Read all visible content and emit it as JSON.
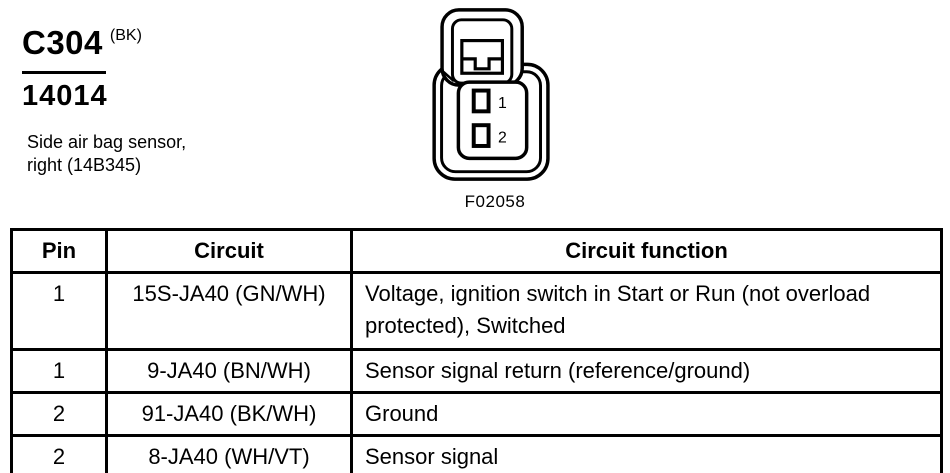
{
  "header": {
    "connector_id": "C304",
    "connector_color_code": "(BK)",
    "circuit_number": "14014",
    "description_line1": "Side air bag sensor,",
    "description_line2": "right (14B345)"
  },
  "diagram": {
    "figure_label": "F02058",
    "pins": [
      "1",
      "2"
    ]
  },
  "table": {
    "headers": [
      "Pin",
      "Circuit",
      "Circuit function"
    ],
    "rows": [
      {
        "pin": "1",
        "circuit": "15S-JA40 (GN/WH)",
        "function": "Voltage, ignition switch in Start or Run (not overload protected), Switched"
      },
      {
        "pin": "1",
        "circuit": "9-JA40 (BN/WH)",
        "function": "Sensor signal return (reference/ground)"
      },
      {
        "pin": "2",
        "circuit": "91-JA40 (BK/WH)",
        "function": "Ground"
      },
      {
        "pin": "2",
        "circuit": "8-JA40 (WH/VT)",
        "function": "Sensor signal"
      }
    ]
  },
  "colors": {
    "ink": "#000000",
    "background": "#ffffff"
  }
}
